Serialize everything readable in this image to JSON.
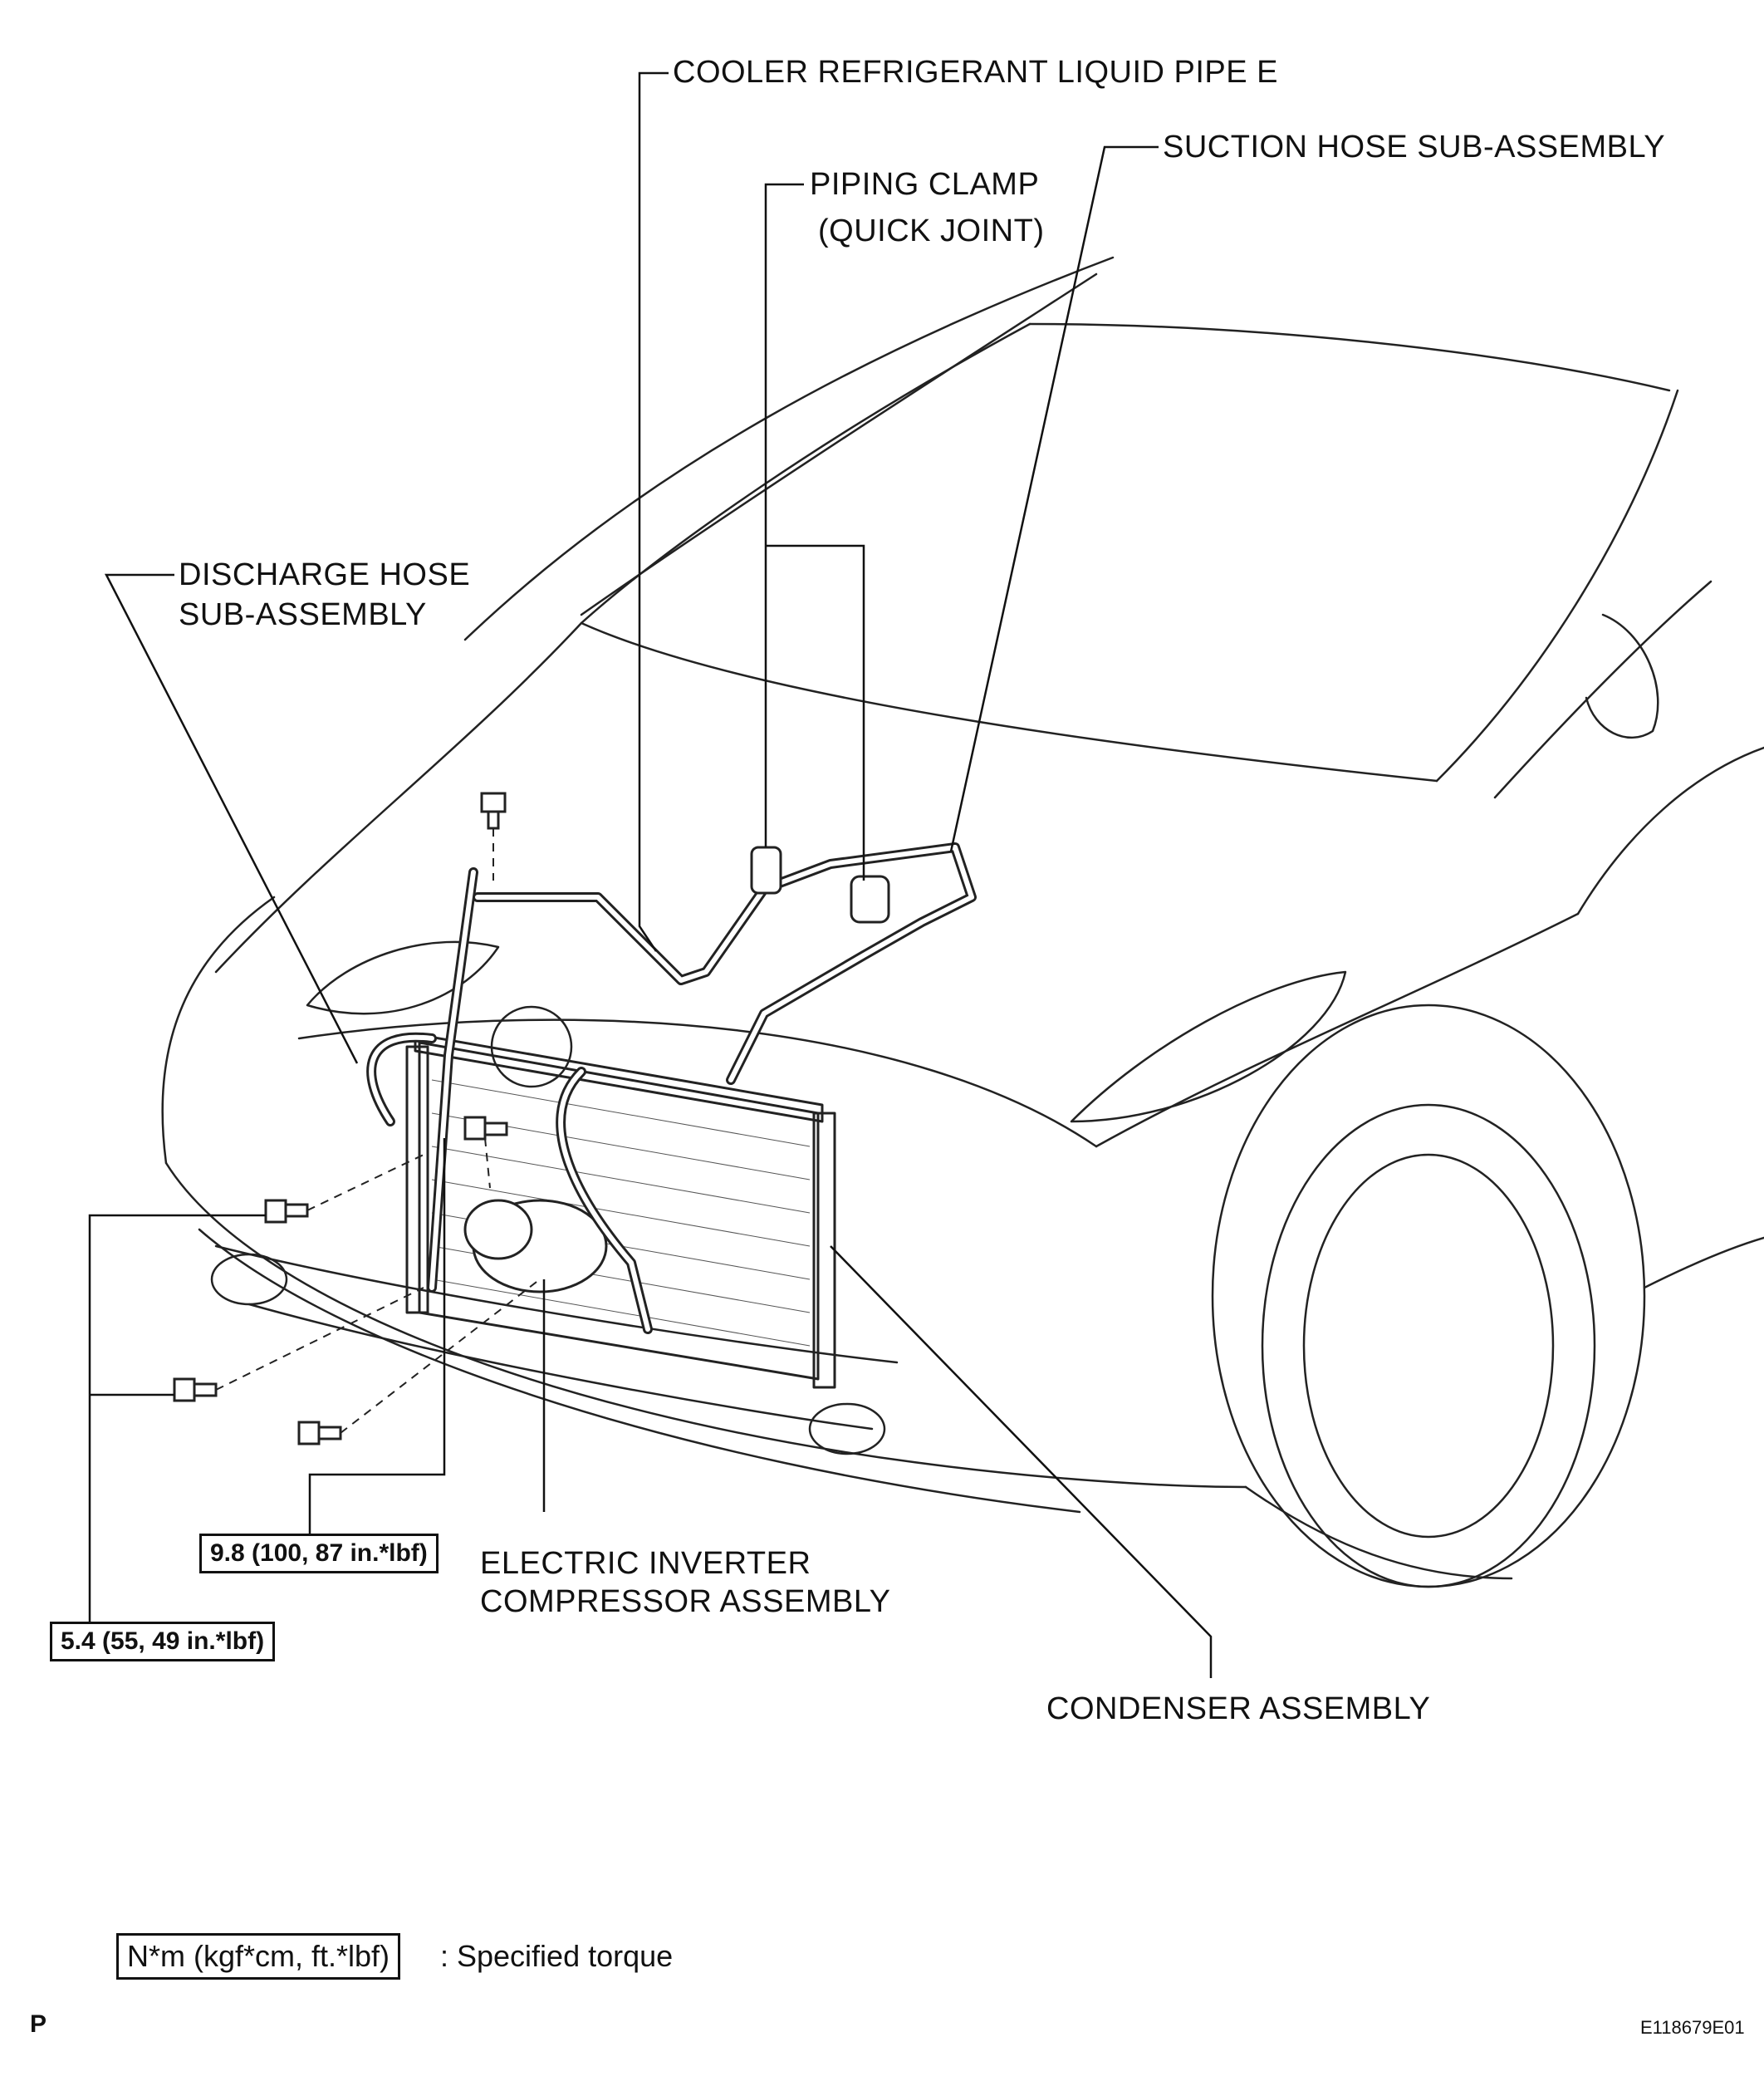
{
  "labels": {
    "cooler_pipe": "COOLER REFRIGERANT LIQUID PIPE E",
    "suction_hose": "SUCTION HOSE SUB-ASSEMBLY",
    "piping_clamp_line1": "PIPING CLAMP",
    "piping_clamp_line2": "(QUICK JOINT)",
    "discharge_line1": "DISCHARGE HOSE",
    "discharge_line2": "SUB-ASSEMBLY",
    "compressor_line1": "ELECTRIC INVERTER",
    "compressor_line2": "COMPRESSOR ASSEMBLY",
    "condenser": "CONDENSER ASSEMBLY"
  },
  "torques": {
    "t1": "9.8 (100, 87 in.*lbf)",
    "t2": "5.4 (55, 49 in.*lbf)"
  },
  "legend": {
    "unit": "N*m (kgf*cm, ft.*lbf)",
    "desc": ": Specified torque"
  },
  "corner_letter": "P",
  "figure_id": "E118679E01"
}
